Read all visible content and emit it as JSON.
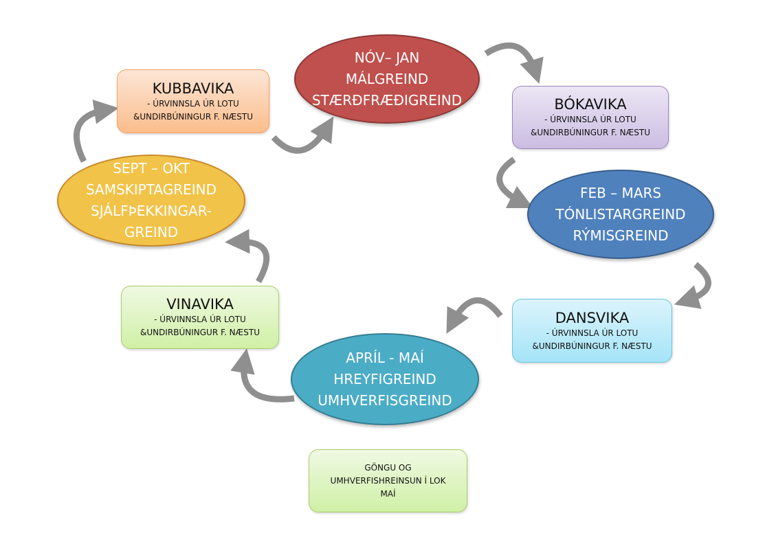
{
  "cycle": {
    "kubbavika": {
      "title": "KUBBAVIKA",
      "line1": "- ÚRVINNSLA ÚR LOTU",
      "line2": "&UNDIRBÚNINGUR F. NÆSTU"
    },
    "nov_jan": {
      "lines": [
        "NÓV– JAN",
        "MÁLGREIND",
        "STÆRÐFRÆÐIGREIND"
      ]
    },
    "bokavika": {
      "title": "BÓKAVIKA",
      "line1": "- ÚRVINNSLA ÚR LOTU",
      "line2": "&UNDIRBÚNINGUR F. NÆSTU"
    },
    "feb_mars": {
      "lines": [
        "FEB – MARS",
        "TÓNLISTARGREIND",
        "RÝMISGREIND"
      ]
    },
    "dansvika": {
      "title": "DANSVIKA",
      "line1": "- ÚRVINNSLA ÚR LOTU",
      "line2": "&UNDIRBÚNINGUR F. NÆSTU"
    },
    "april_mai": {
      "lines": [
        "APRÍL - MAÍ",
        "HREYFIGREIND",
        "UMHVERFISGREIND"
      ]
    },
    "vinavika": {
      "title": "VINAVIKA",
      "line1": "- ÚRVINNSLA ÚR LOTU",
      "line2": "&UNDIRBÚNINGUR F. NÆSTU"
    },
    "sept_okt": {
      "lines": [
        "SEPT – OKT",
        "SAMSKIPTAGREIND",
        "SJÁLFÞEKKINGAR-",
        "GREIND"
      ]
    }
  },
  "footer_box": {
    "lines": [
      "GÖNGU OG",
      "UMHVERFISHREINSUN Í LOK",
      "MAÍ"
    ]
  },
  "colors": {
    "red": "#c0504d",
    "blue": "#4f81bd",
    "teal": "#4bacc6",
    "yellow": "#f2c349",
    "arrow": "#8c8c8c"
  }
}
